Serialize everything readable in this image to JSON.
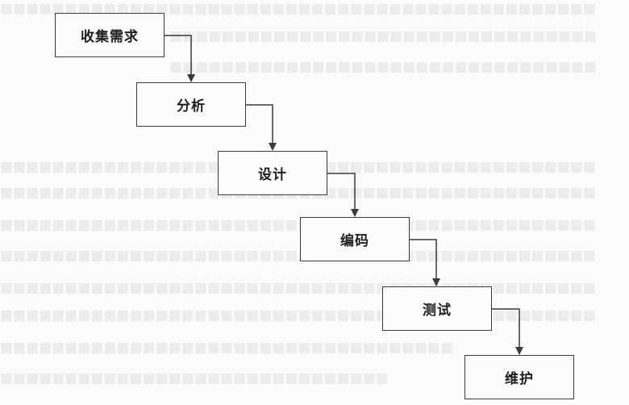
{
  "diagram": {
    "steps": [
      {
        "label": "收集需求"
      },
      {
        "label": "分析"
      },
      {
        "label": "设计"
      },
      {
        "label": "编码"
      },
      {
        "label": "测试"
      },
      {
        "label": "维护"
      }
    ],
    "edges": [
      {
        "from": 0,
        "to": 1
      },
      {
        "from": 1,
        "to": 2
      },
      {
        "from": 2,
        "to": 3
      },
      {
        "from": 3,
        "to": 4
      },
      {
        "from": 4,
        "to": 5
      }
    ],
    "stroke_color": "#3a3a3a"
  }
}
